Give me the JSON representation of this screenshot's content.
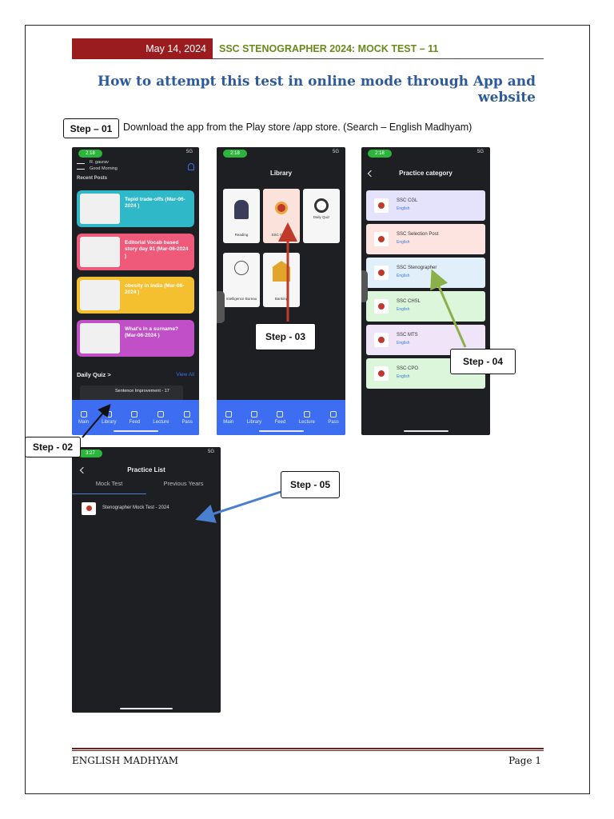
{
  "header": {
    "date": "May 14, 2024",
    "title": "SSC STENOGRAPHER 2024:  MOCK TEST – 11"
  },
  "heading": "How to attempt this test in online mode through App and website",
  "steps": {
    "s1": "Step – 01",
    "s1_text": "Download the app from the Play store /app store. (Search – English Madhyam)",
    "s2": "Step - 02",
    "s3": "Step - 03",
    "s4": "Step - 04",
    "s5": "Step - 05"
  },
  "phone1": {
    "time": "2:18",
    "signal": "5G",
    "user": "R. gaurav",
    "greeting": "Good Morning",
    "section": "Recent Posts",
    "posts": [
      {
        "title": "Tepid trade-offs (Mar-06-2024 )",
        "color": "#2fb9c8"
      },
      {
        "title": "Editorial Vocab based story day 91 (Mar-06-2024 )",
        "color": "#f05a7a"
      },
      {
        "title": "obesity in India (Mar-06-2024 )",
        "color": "#f4c030"
      },
      {
        "title": "What's in a surname? (Mar-06-2024 )",
        "color": "#c14fc8"
      }
    ],
    "daily_quiz": "Daily Quiz >",
    "view_all": "View All",
    "quiz_item": "Sentence Improvement - 17",
    "nav": [
      "Main",
      "Library",
      "Feed",
      "Lecture",
      "Pass"
    ]
  },
  "phone2": {
    "time": "2:18",
    "signal": "5G",
    "title": "Library",
    "cards": [
      "Reading",
      "SSC Course",
      "Daily Quiz",
      "Intelligence Bureau",
      "Banking"
    ],
    "nav": [
      "Main",
      "Library",
      "Feed",
      "Lecture",
      "Pass"
    ]
  },
  "phone3": {
    "time": "2:18",
    "signal": "5G",
    "title": "Practice category",
    "categories": [
      {
        "name": "SSC CGL",
        "lang": "English",
        "color": "#e5e2fb"
      },
      {
        "name": "SSC Selection Post",
        "lang": "English",
        "color": "#fde4e0"
      },
      {
        "name": "SSC Stenographer",
        "lang": "English",
        "color": "#e1effb"
      },
      {
        "name": "SSC CHSL",
        "lang": "English",
        "color": "#dcf6dc"
      },
      {
        "name": "SSC MTS",
        "lang": "English",
        "color": "#efe4f8"
      },
      {
        "name": "SSC CPO",
        "lang": "English",
        "color": "#dcf6dc"
      }
    ]
  },
  "phone4": {
    "time": "3:27",
    "signal": "5G",
    "title": "Practice List",
    "tabs": [
      "Mock Test",
      "Previous Years"
    ],
    "item": "Stenographer Mock Test - 2024"
  },
  "footer": {
    "left": "ENGLISH MADHYAM",
    "right": "Page 1"
  },
  "colors": {
    "brand_red": "#9b1c1f",
    "title_green": "#6a8a1a",
    "heading_blue": "#2d5a9a",
    "arrow_red": "#c0392b",
    "arrow_green": "#8bb04a",
    "arrow_blue": "#4a7ed0"
  }
}
